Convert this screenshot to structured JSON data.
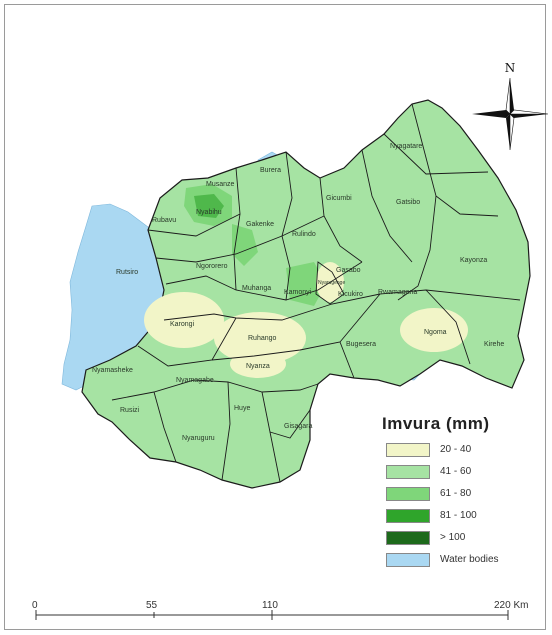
{
  "north": {
    "label": "N"
  },
  "legend": {
    "title": "Imvura  (mm)",
    "items": [
      {
        "label": "20 - 40",
        "color": "#f2f5c8"
      },
      {
        "label": "41 - 60",
        "color": "#a6e3a3"
      },
      {
        "label": "61 - 80",
        "color": "#7fd67a"
      },
      {
        "label": "81 - 100",
        "color": "#2fa52b"
      },
      {
        "label": "> 100",
        "color": "#1d6a1b"
      },
      {
        "label": "Water bodies",
        "color": "#aad8f2"
      }
    ]
  },
  "scale": {
    "ticks": [
      "0",
      "55",
      "110",
      "220 Km"
    ]
  },
  "districts": [
    "Nyagatare",
    "Musanze",
    "Burera",
    "Nyabihu",
    "Rubavu",
    "Gakenke",
    "Gicumbi",
    "Gatsibo",
    "Rulindo",
    "Kayonza",
    "Rutsiro",
    "Ngororero",
    "Muhanga",
    "Gasabo",
    "Kamonyi",
    "Kicukiro",
    "Rwamagana",
    "Karongi",
    "Ruhango",
    "Bugesera",
    "Ngoma",
    "Kirehe",
    "Nyanza",
    "Nyamasheke",
    "Nyamagabe",
    "Rusizi",
    "Huye",
    "Gisagara",
    "Nyaruguru",
    "Nyarugenge"
  ]
}
